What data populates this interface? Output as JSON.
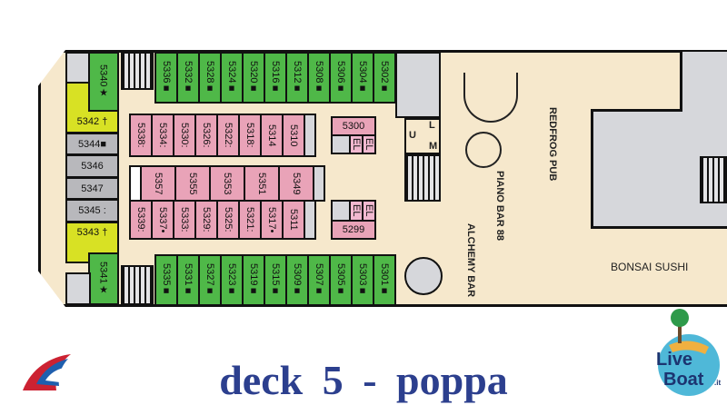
{
  "title": "deck 5 - poppa",
  "colors": {
    "balcony": "#4fb848",
    "interior": "#e9a3b8",
    "suite": "#d8e124",
    "ocean_view": "#b8b8bc",
    "title": "#2c3f8e"
  },
  "top_row": [
    "5336■",
    "5332■",
    "5328■",
    "5324■",
    "5320■",
    "5316■",
    "5312■",
    "5308■",
    "5306■",
    "5304■",
    "5302■"
  ],
  "bottom_row": [
    "5335■",
    "5331■",
    "5327■",
    "5323■",
    "5319■",
    "5315■",
    "5309■",
    "5307■",
    "5305■",
    "5303■",
    "5301■"
  ],
  "inner_top": [
    "5338:",
    "5334:",
    "5330:",
    "5326:",
    "5322:",
    "5318:",
    "5314",
    "5310"
  ],
  "inner_mid": [
    "5357",
    "5355",
    "5353",
    "5351",
    "5349"
  ],
  "inner_low": [
    "5339:",
    "5337•",
    "5333:",
    "5329:",
    "5325:",
    "5321:",
    "5317•",
    "5311"
  ],
  "aft": {
    "c5340": "5340★",
    "c5342": "5342 †",
    "c5344": "5344■",
    "c5346": "5346",
    "c5347": "5347",
    "c5345": "5345 :",
    "c5343": "5343 †",
    "c5341": "5341★"
  },
  "misc": {
    "c5300": "5300",
    "c5299": "5299",
    "el": "EL",
    "l": "L",
    "m": "M",
    "u": "U"
  },
  "venues": {
    "pub": "REDFROG PUB",
    "piano": "PIANO BAR 88",
    "alchemy": "ALCHEMY BAR",
    "sushi": "BONSAI SUSHI"
  },
  "logos": {
    "carnival": "Carnival",
    "liveboat": "LiveBoat.it"
  }
}
